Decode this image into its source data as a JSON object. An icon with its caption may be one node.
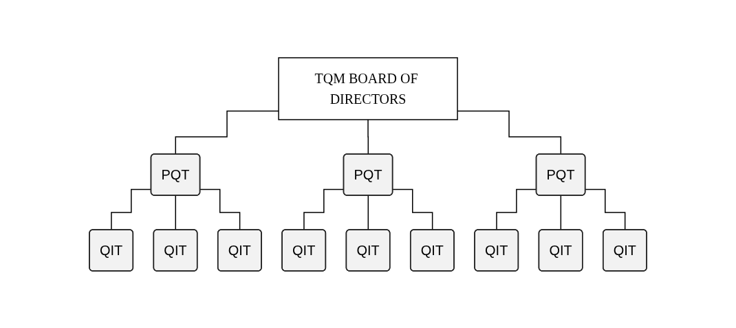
{
  "diagram": {
    "nodes": [
      {
        "text": [
          "TQM BOARD OF DIRECTORS"
        ]
      },
      {
        "text": [
          "PQT"
        ]
      },
      {
        "text": [
          "PQT"
        ]
      },
      {
        "text": [
          "PQT"
        ]
      },
      {
        "text": [
          "QIT"
        ]
      },
      {
        "text": [
          "QIT"
        ]
      },
      {
        "text": [
          "QIT"
        ]
      },
      {
        "text": [
          "QIT"
        ]
      },
      {
        "text": [
          "QIT"
        ]
      },
      {
        "text": [
          "QIT"
        ]
      },
      {
        "text": [
          "QIT"
        ]
      },
      {
        "text": [
          "QIT"
        ]
      },
      {
        "text": [
          "QIT"
        ]
      }
    ],
    "edges": [
      {
        "from": 0,
        "to": 1,
        "arrow": "none"
      },
      {
        "from": 0,
        "to": 2,
        "arrow": "none"
      },
      {
        "from": 0,
        "to": 3,
        "arrow": "none"
      },
      {
        "from": 1,
        "to": 4,
        "arrow": "none"
      },
      {
        "from": 1,
        "to": 5,
        "arrow": "none"
      },
      {
        "from": 1,
        "to": 6,
        "arrow": "none"
      },
      {
        "from": 2,
        "to": 7,
        "arrow": "none"
      },
      {
        "from": 2,
        "to": 8,
        "arrow": "none"
      },
      {
        "from": 2,
        "to": 9,
        "arrow": "none"
      },
      {
        "from": 3,
        "to": 10,
        "arrow": "none"
      },
      {
        "from": 3,
        "to": 11,
        "arrow": "none"
      },
      {
        "from": 3,
        "to": 12,
        "arrow": "none"
      }
    ]
  }
}
